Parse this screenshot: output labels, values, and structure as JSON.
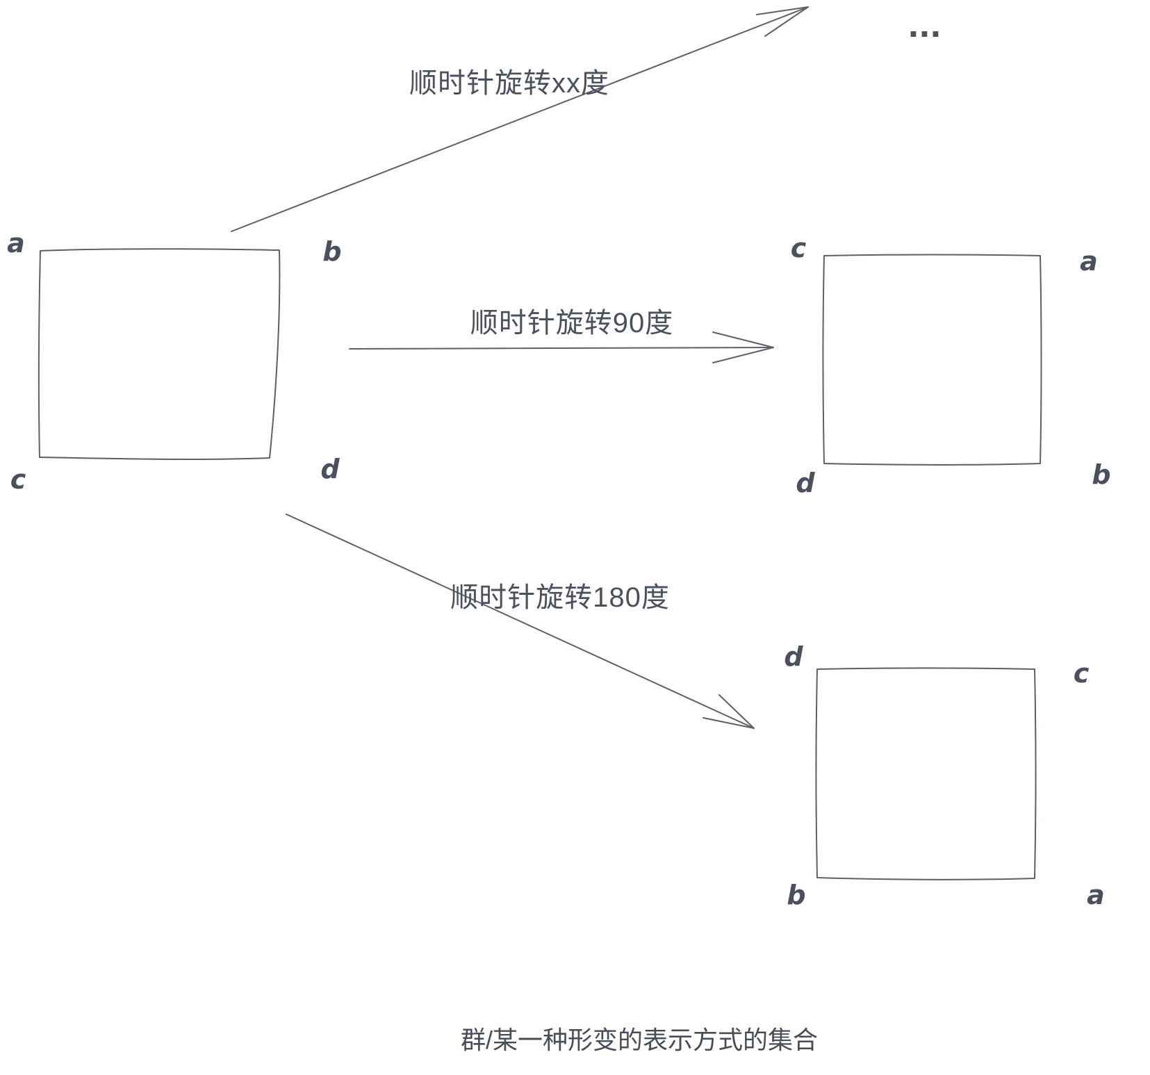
{
  "colors": {
    "ink": "#4b515c",
    "stroke": "#5b6069",
    "background": "#ffffff"
  },
  "squares": [
    {
      "name": "original",
      "corners": {
        "tl": "a",
        "tr": "b",
        "bl": "c",
        "br": "d"
      }
    },
    {
      "name": "rotated-90",
      "corners": {
        "tl": "c",
        "tr": "a",
        "bl": "d",
        "br": "b"
      }
    },
    {
      "name": "rotated-180",
      "corners": {
        "tl": "d",
        "tr": "c",
        "bl": "b",
        "br": "a"
      }
    }
  ],
  "arrows": [
    {
      "name": "rotate-xx",
      "label": "顺时针旋转xx度"
    },
    {
      "name": "rotate-90",
      "label": "顺时针旋转90度"
    },
    {
      "name": "rotate-180",
      "label": "顺时针旋转180度"
    }
  ],
  "ellipsis": "...",
  "caption": "群/某一种形变的表示方式的集合"
}
